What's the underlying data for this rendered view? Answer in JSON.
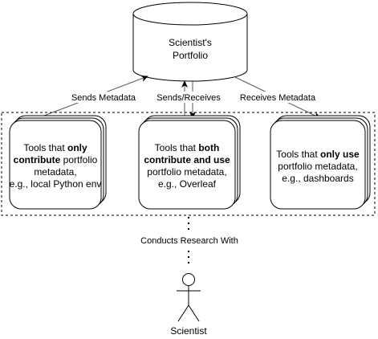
{
  "portfolio": {
    "line1": "Scientist's",
    "line2": "Portfolio"
  },
  "edges": {
    "sends_metadata": "Sends Metadata",
    "sends_receives": "Sends/Receives",
    "receives_metadata": "Receives Metadata",
    "conducts_research_with": "Conducts Research With"
  },
  "tools": {
    "contribute": {
      "line1_plain": "Tools that ",
      "line1_bold": "only",
      "line2_bold": "contribute",
      "line2_plain": " portfolio",
      "line3": "metadata,",
      "line4": "e.g., local Python env"
    },
    "both": {
      "line1_plain": "Tools that ",
      "line1_bold": "both",
      "line2_bold": "contribute and use",
      "line3": "portfolio metadata,",
      "line4": "e.g., Overleaf"
    },
    "use": {
      "line1_plain": "Tools that ",
      "line1_bold": "only use",
      "line2": "portfolio metadata,",
      "line3": "e.g., dashboards"
    }
  },
  "actor": {
    "label": "Scientist"
  },
  "colors": {
    "stroke": "#000000",
    "arrow_gray": "#555555",
    "background": "#ffffff"
  }
}
